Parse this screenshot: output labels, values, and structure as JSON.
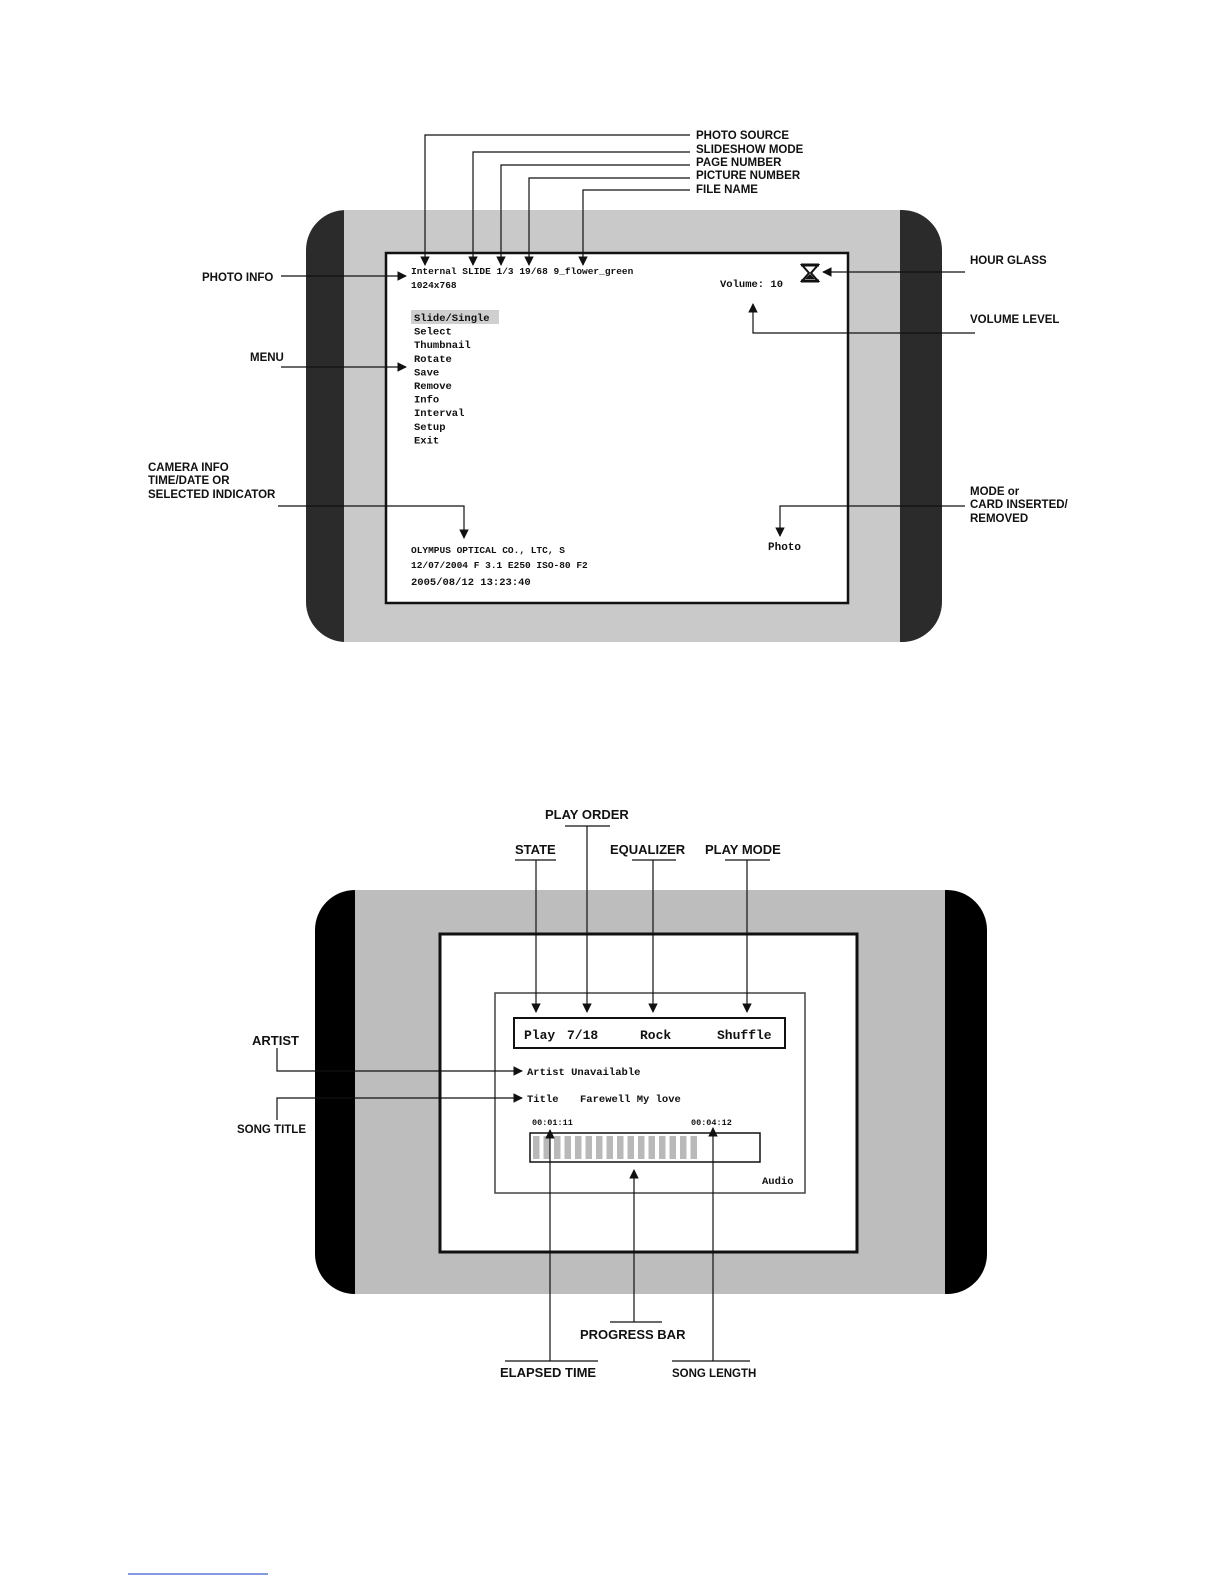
{
  "photo_screen": {
    "callouts": {
      "photo_source": "PHOTO SOURCE",
      "slideshow_mode": "SLIDESHOW MODE",
      "page_number": "PAGE NUMBER",
      "picture_number": "PICTURE NUMBER",
      "file_name": "FILE NAME",
      "hour_glass": "HOUR GLASS",
      "photo_info": "PHOTO INFO",
      "menu": "MENU",
      "volume_level": "VOLUME LEVEL",
      "camera_info_1": "CAMERA INFO",
      "camera_info_2": "TIME/DATE OR",
      "camera_info_3": "SELECTED INDICATOR",
      "mode_1": "MODE or",
      "mode_2": "CARD INSERTED/",
      "mode_3": "REMOVED"
    },
    "info_line": "Internal SLIDE 1/3 19/68 9_flower_green",
    "resolution": "1024x768",
    "volume": "Volume: 10",
    "menu_items": [
      "Slide/Single",
      "Select",
      "Thumbnail",
      "Rotate",
      "Save",
      "Remove",
      "Info",
      "Interval",
      "Setup",
      "Exit"
    ],
    "camera_line1": "OLYMPUS OPTICAL CO., LTC, S",
    "camera_line2": "12/07/2004 F 3.1 E250 ISO-80 F2",
    "datetime": "2005/08/12 13:23:40",
    "mode": "Photo"
  },
  "audio_screen": {
    "callouts": {
      "play_order": "PLAY ORDER",
      "state": "STATE",
      "equalizer": "EQUALIZER",
      "play_mode": "PLAY MODE",
      "artist": "ARTIST",
      "song_title": "SONG TITLE",
      "progress_bar": "PROGRESS BAR",
      "elapsed_time": "ELAPSED TIME",
      "song_length": "SONG LENGTH"
    },
    "state": "Play",
    "play_order": "7/18",
    "equalizer": "Rock",
    "play_mode": "Shuffle",
    "artist": "Artist Unavailable",
    "title_label": "Title",
    "title": "Farewell My love",
    "elapsed": "00:01:11",
    "length": "00:04:12",
    "mode": "Audio",
    "progress_segments": 16
  }
}
